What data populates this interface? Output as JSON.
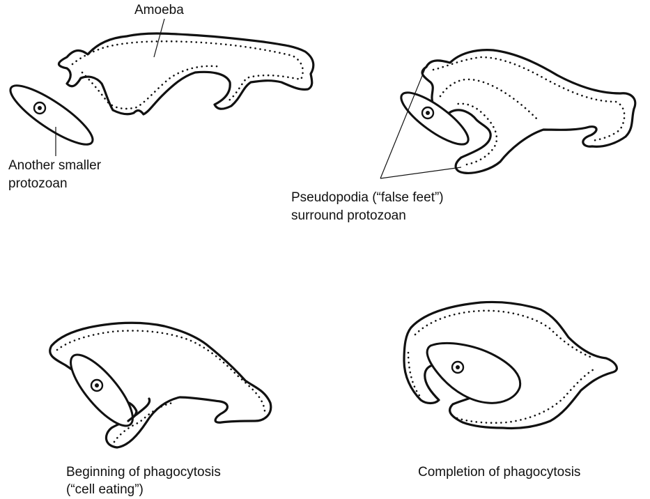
{
  "labels": {
    "amoeba": "Amoeba",
    "protozoan_line1": "Another smaller",
    "protozoan_line2": "protozoan",
    "pseudopodia_line1": "Pseudopodia (“false feet”)",
    "pseudopodia_line2": "surround protozoan",
    "beginning_line1": "Beginning of phagocytosis",
    "beginning_line2": "(“cell eating”)",
    "completion": "Completion of phagocytosis"
  },
  "colors": {
    "ink": "#111111",
    "background": "#ffffff"
  }
}
